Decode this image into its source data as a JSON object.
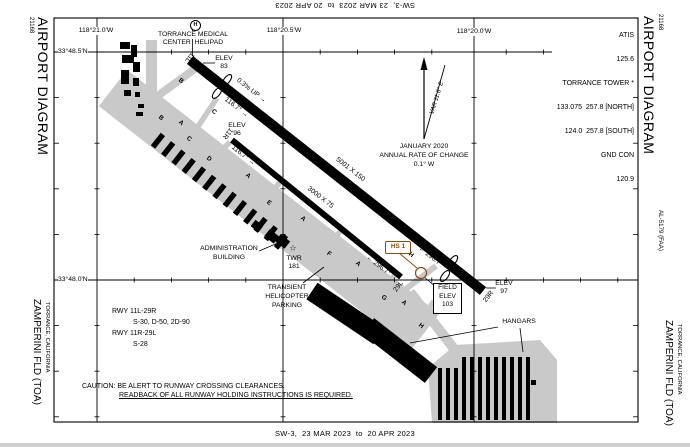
{
  "edge": {
    "code_top": "SW-3,  23 MAR 2023  to  20 APR 2023",
    "code_bottom": "SW-3,  23 MAR 2023  to  20 APR 2023"
  },
  "margin_left": {
    "number": "21168",
    "title": "AIRPORT DIAGRAM",
    "airport": "ZAMPERINI FLD (TOA)",
    "city": "TORRANCE, CALIFORNIA"
  },
  "margin_right": {
    "number": "21168",
    "title": "AIRPORT DIAGRAM",
    "procedure_id": "AL-5179 (FAA)",
    "airport": "ZAMPERINI FLD (TOA)",
    "city": "TORRANCE, CALIFORNIA"
  },
  "graticule": {
    "lon1": "118°21.0'W",
    "lon2": "118°20.5'W",
    "lon3": "118°20.0'W",
    "lat1": "33°48.5'N",
    "lat2": "33°48.0'N"
  },
  "frequencies": {
    "atis_label": "ATIS",
    "atis_freq": "125.6",
    "tower_label": "TORRANCE TOWER *",
    "tower_north": "133.075  257.8 [NORTH]",
    "tower_south": "124.0  257.8 [SOUTH]",
    "ground_label": "GND CON",
    "ground_freq": "120.9"
  },
  "variation": {
    "date": "JANUARY 2020",
    "rate1": "ANNUAL RATE OF CHANGE",
    "rate2": "0.1° W",
    "var_label": "VAR 11.8° E"
  },
  "helipad": {
    "symbol": "H",
    "line1": "TORRANCE MEDICAL",
    "line2": "CENTER  HELIPAD"
  },
  "rwy1": {
    "end1": "11L",
    "end2": "29R",
    "dims": "5001 X 150",
    "hdg_se": "116.7° →",
    "hdg_nw": "← 296.7°",
    "slope": "0.3% UP →",
    "elev1_label": "ELEV",
    "elev1": "83",
    "elev2_label": "ELEV",
    "elev2": "97"
  },
  "rwy2": {
    "end1": "11R",
    "end2": "29L",
    "dims": "3000 X 75",
    "hdg_se": "116.7° →",
    "hdg_nw": "← 296.7°",
    "elev1_label": "ELEV",
    "elev1": "96"
  },
  "field_elev": {
    "line1": "FIELD",
    "line2": "ELEV",
    "value": "103"
  },
  "hotspot": {
    "label": "HS 1"
  },
  "tower_sym": {
    "star": "☆",
    "line1": "TWR",
    "line2": "181"
  },
  "admin": {
    "line1": "ADMINISTRATION",
    "line2": "BUILDING"
  },
  "transient": {
    "line1": "TRANSIENT",
    "line2": "HELICOPTER",
    "line3": "PARKING"
  },
  "hangars_label": "HANGARS",
  "taxiway_letters": [
    "B",
    "B",
    "A",
    "C",
    "C",
    "D",
    "A",
    "E",
    "A",
    "F",
    "A",
    "G",
    "A",
    "H",
    "H"
  ],
  "runway_data": {
    "rwy1_title": "RWY 11L-29R",
    "rwy1_strength": "S-30, D-50, 2D-90",
    "rwy2_title": "RWY 11R-29L",
    "rwy2_strength": "S-28"
  },
  "caution": {
    "line1": "CAUTION: BE ALERT TO RUNWAY CROSSING CLEARANCES.",
    "line2": "READBACK OF ALL RUNWAY HOLDING INSTRUCTIONS IS REQUIRED."
  },
  "colors": {
    "taxiway_gray": "#c9c9c9",
    "hotspot_brown": "#8a4d12",
    "ink": "#000000"
  }
}
